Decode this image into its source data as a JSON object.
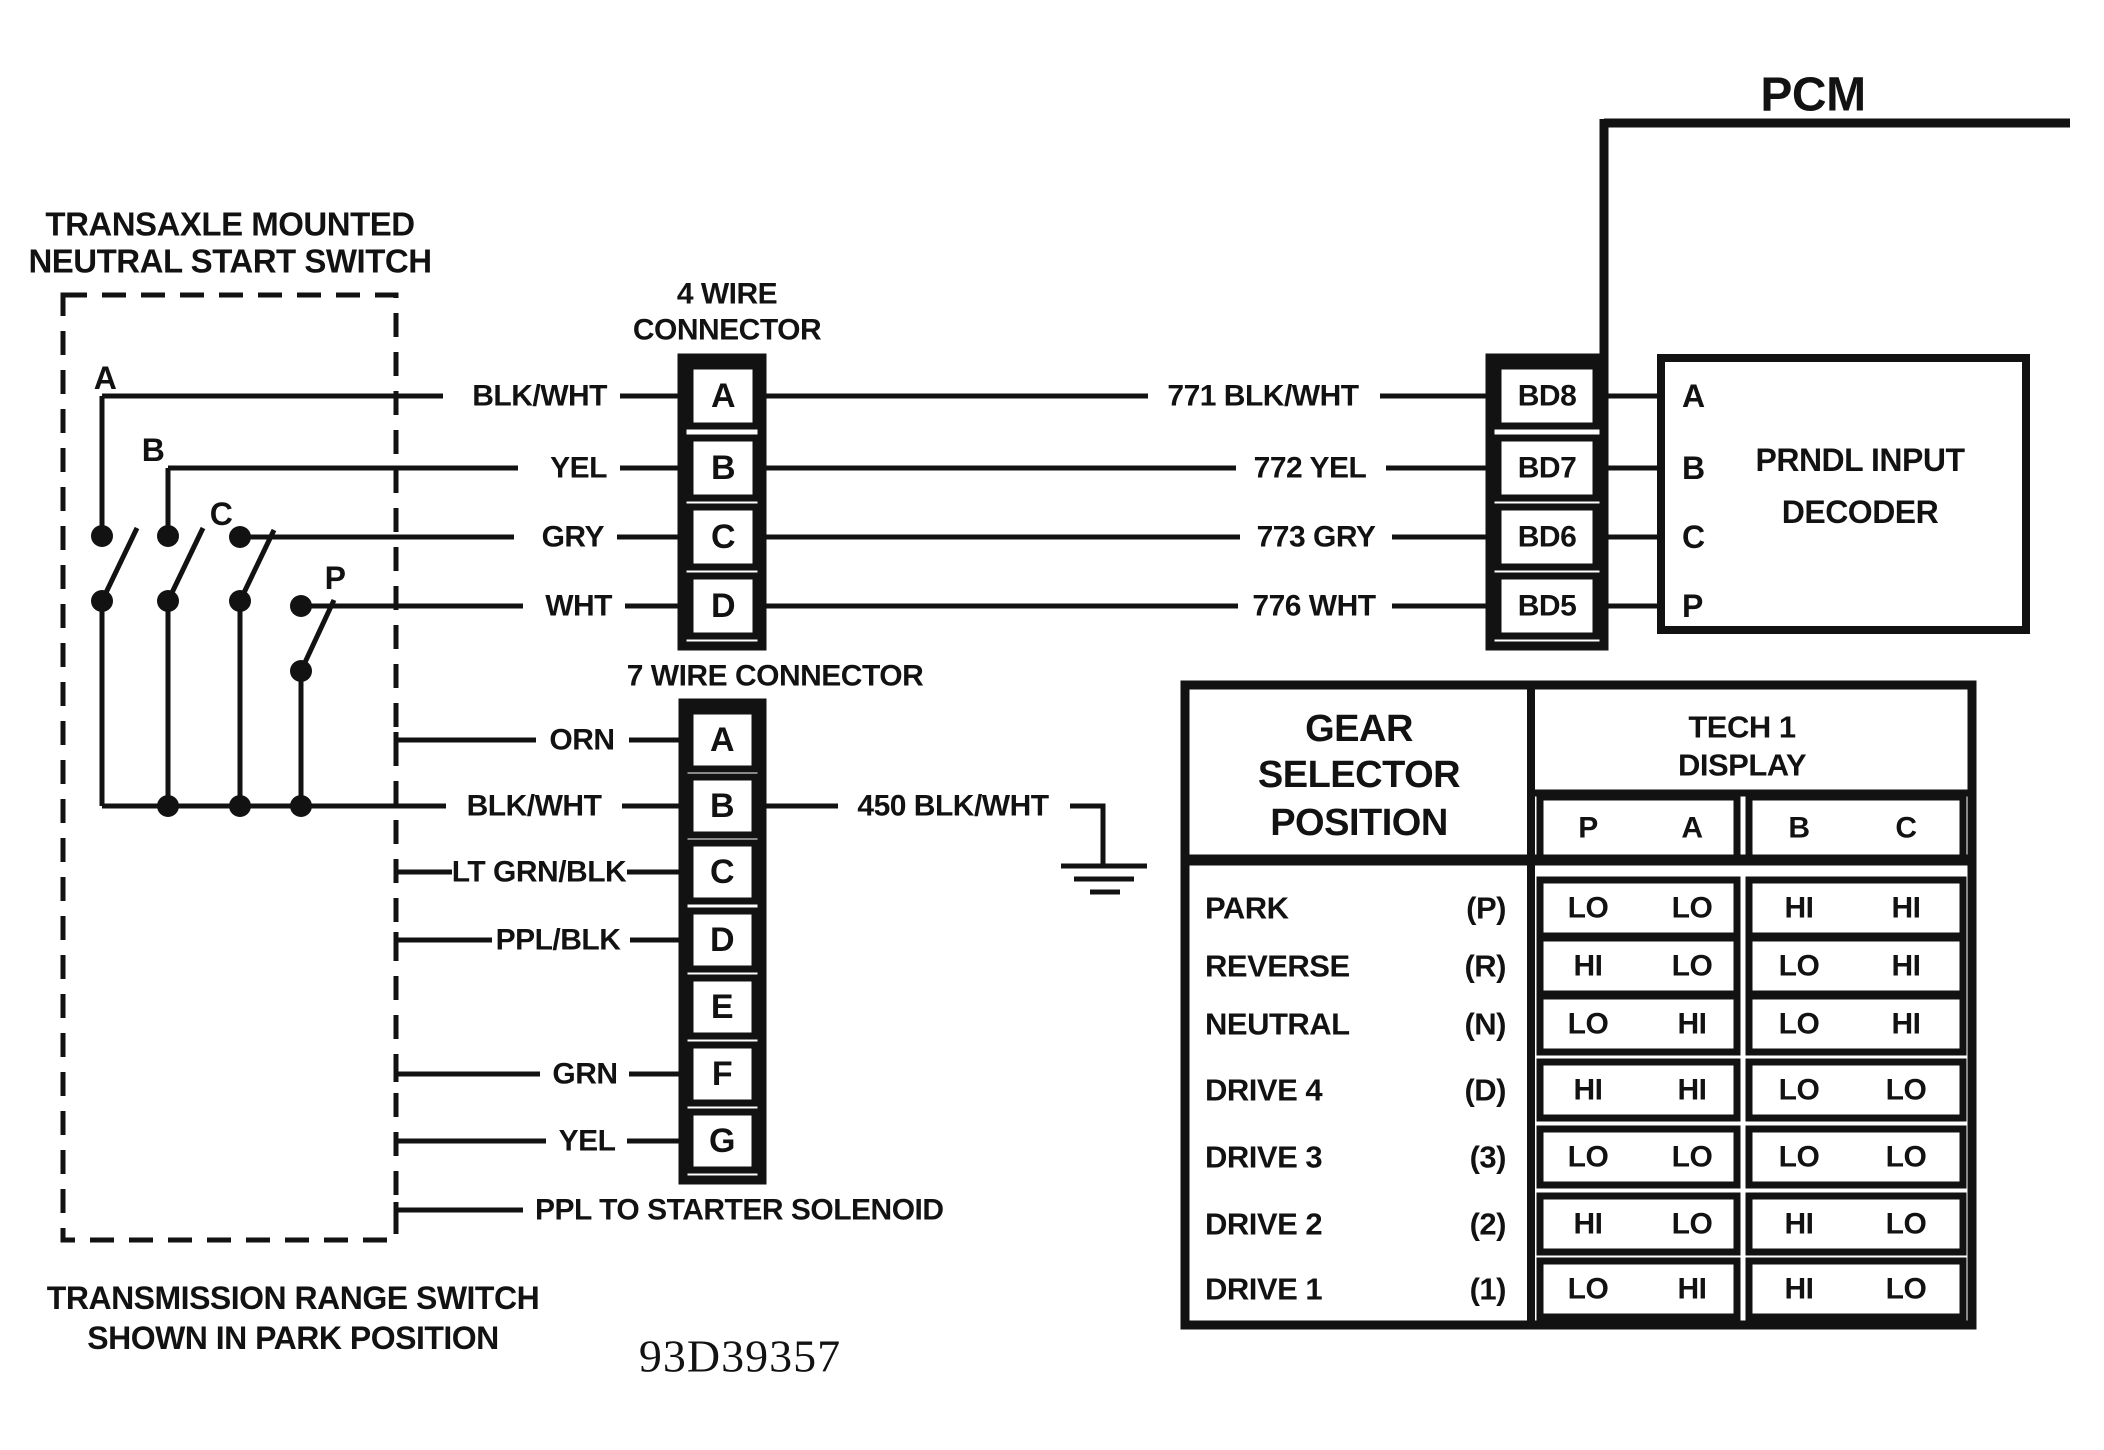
{
  "colors": {
    "ink": "#121212",
    "paper": "#ffffff"
  },
  "switch_box": {
    "title1": "TRANSAXLE MOUNTED",
    "title2": "NEUTRAL START SWITCH",
    "poles": [
      "A",
      "B",
      "C",
      "P"
    ],
    "footer1": "TRANSMISSION RANGE SWITCH",
    "footer2": "SHOWN IN PARK POSITION"
  },
  "connector4": {
    "title1": "4 WIRE",
    "title2": "CONNECTOR",
    "pins": [
      "A",
      "B",
      "C",
      "D"
    ],
    "left_wires": [
      "BLK/WHT",
      "YEL",
      "GRY",
      "WHT"
    ],
    "right_wires": [
      "771 BLK/WHT",
      "772 YEL",
      "773 GRY",
      "776 WHT"
    ]
  },
  "pcm": {
    "label": "PCM",
    "bd_pins": [
      "BD8",
      "BD7",
      "BD6",
      "BD5"
    ],
    "decoder_title1": "PRNDL INPUT",
    "decoder_title2": "DECODER",
    "decoder_pins": [
      "A",
      "B",
      "C",
      "P"
    ]
  },
  "connector7": {
    "title": "7 WIRE CONNECTOR",
    "pins": [
      "A",
      "B",
      "C",
      "D",
      "E",
      "F",
      "G"
    ],
    "left_wires": [
      "ORN",
      "BLK/WHT",
      "LT GRN/BLK",
      "PPL/BLK",
      "GRN",
      "YEL"
    ],
    "ground_label": "450 BLK/WHT",
    "solenoid_label": "PPL TO STARTER SOLENOID"
  },
  "figure_number": "93D39357",
  "table": {
    "header_left": [
      "GEAR",
      "SELECTOR",
      "POSITION"
    ],
    "header_right1": "TECH 1",
    "header_right2": "DISPLAY",
    "columns": [
      "P",
      "A",
      "B",
      "C"
    ],
    "rows": [
      {
        "gear": "PARK",
        "code": "(P)",
        "P": "LO",
        "A": "LO",
        "B": "HI",
        "C": "HI"
      },
      {
        "gear": "REVERSE",
        "code": "(R)",
        "P": "HI",
        "A": "LO",
        "B": "LO",
        "C": "HI"
      },
      {
        "gear": "NEUTRAL",
        "code": "(N)",
        "P": "LO",
        "A": "HI",
        "B": "LO",
        "C": "HI"
      },
      {
        "gear": "DRIVE 4",
        "code": "(D)",
        "P": "HI",
        "A": "HI",
        "B": "LO",
        "C": "LO"
      },
      {
        "gear": "DRIVE 3",
        "code": "(3)",
        "P": "LO",
        "A": "LO",
        "B": "LO",
        "C": "LO"
      },
      {
        "gear": "DRIVE 2",
        "code": "(2)",
        "P": "HI",
        "A": "LO",
        "B": "HI",
        "C": "LO"
      },
      {
        "gear": "DRIVE 1",
        "code": "(1)",
        "P": "LO",
        "A": "HI",
        "B": "HI",
        "C": "LO"
      }
    ]
  }
}
